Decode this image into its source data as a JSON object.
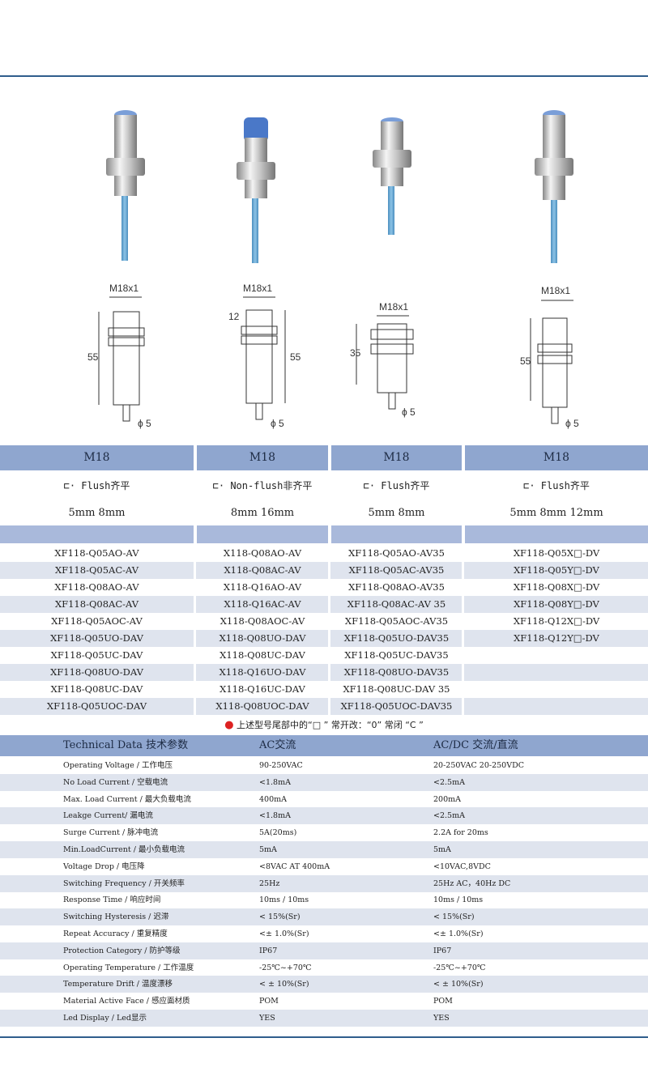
{
  "columns": [
    {
      "size": "M18",
      "mount_label": "Flush齐平",
      "range": "5mm  8mm",
      "models": [
        "XF118-Q05AO-AV",
        "XF118-Q05AC-AV",
        "XF118-Q08AO-AV",
        "XF118-Q08AC-AV",
        "XF118-Q05AOC-AV",
        "XF118-Q05UO-DAV",
        "XF118-Q05UC-DAV",
        "XF118-Q08UO-DAV",
        "XF118-Q08UC-DAV",
        "XF118-Q05UOC-DAV"
      ]
    },
    {
      "size": "M18",
      "mount_label": "Non-flush非齐平",
      "range": "8mm 16mm",
      "models": [
        "X118-Q08AO-AV",
        "X118-Q08AC-AV",
        "X118-Q16AO-AV",
        "X118-Q16AC-AV",
        "X118-Q08AOC-AV",
        "X118-Q08UO-DAV",
        "X118-Q08UC-DAV",
        "X118-Q16UO-DAV",
        "X118-Q16UC-DAV",
        "X118-Q08UOC-DAV"
      ]
    },
    {
      "size": "M18",
      "mount_label": "Flush齐平",
      "range": "5mm  8mm",
      "models": [
        "XF118-Q05AO-AV35",
        "XF118-Q05AC-AV35",
        "XF118-Q08AO-AV35",
        "XF118-Q08AC-AV 35",
        "XF118-Q05AOC-AV35",
        "XF118-Q05UO-DAV35",
        "XF118-Q05UC-DAV35",
        "XF118-Q08UO-DAV35",
        "XF118-Q08UC-DAV 35",
        "XF118-Q05UOC-DAV35"
      ]
    },
    {
      "size": "M18",
      "mount_label": "Flush齐平",
      "range": "5mm  8mm 12mm",
      "models": [
        "XF118-Q05X□-DV",
        "XF118-Q05Y□-DV",
        "XF118-Q08X□-DV",
        "XF118-Q08Y□-DV",
        "XF118-Q12X□-DV",
        "XF118-Q12Y□-DV"
      ]
    }
  ],
  "drawings": [
    {
      "thread": "M18x1",
      "length": "55",
      "dia": "5"
    },
    {
      "thread": "M18x1",
      "length": "55",
      "nonflush": "12",
      "dia": "5"
    },
    {
      "thread": "M18x1",
      "length": "35",
      "dia": "5"
    },
    {
      "thread": "M18x1",
      "length": "55",
      "dia": "5"
    }
  ],
  "note": {
    "text": "上述型号尾部中的“□ ”   常开改：“0”   常闭 “C ”"
  },
  "tech": {
    "header": [
      "Technical Data 技术参数",
      "AC交流",
      "AC/DC 交流/直流"
    ],
    "rows": [
      [
        "Operating Voltage / 工作电压",
        "90-250VAC",
        "20-250VAC   20-250VDC"
      ],
      [
        "No Load Current / 空载电流",
        "<1.8mA",
        "<2.5mA"
      ],
      [
        "Max. Load Current / 最大负载电流",
        "400mA",
        "200mA"
      ],
      [
        "Leakge Current/ 漏电流",
        "<1.8mA",
        "<2.5mA"
      ],
      [
        "Surge Current / 脉冲电流",
        "5A(20ms)",
        "2.2A for 20ms"
      ],
      [
        "Min.LoadCurrent / 最小负载电流",
        "5mA",
        "5mA"
      ],
      [
        "Voltage Drop / 电压降",
        "<8VAC AT 400mA",
        "<10VAC,8VDC"
      ],
      [
        "Switching Frequency / 开关频率",
        "25Hz",
        "25Hz AC，40Hz DC"
      ],
      [
        "Response Time / 响应时间",
        "10ms / 10ms",
        "10ms / 10ms"
      ],
      [
        "Switching Hysteresis / 迟滞",
        "< 15%(Sr)",
        "< 15%(Sr)"
      ],
      [
        "Repeat Accuracy / 重复精度",
        "<± 1.0%(Sr)",
        "<± 1.0%(Sr)"
      ],
      [
        "Protection Category / 防护等级",
        "IP67",
        "IP67"
      ],
      [
        "Operating Temperature / 工作温度",
        "-25℃~+70℃",
        "-25℃~+70℃"
      ],
      [
        "Temperature Drift / 温度漂移",
        "< ± 10%(Sr)",
        "< ± 10%(Sr)"
      ],
      [
        "Material Active Face / 感应面材质",
        "POM",
        "POM"
      ],
      [
        "Led Display / Led显示",
        "YES",
        "YES"
      ]
    ]
  },
  "colors": {
    "rule": "#2f5d8c",
    "header": "#8fa6cf",
    "shade": "#dfe4ee",
    "cable": "#5f9fcc",
    "cap": "#4a78c8"
  }
}
